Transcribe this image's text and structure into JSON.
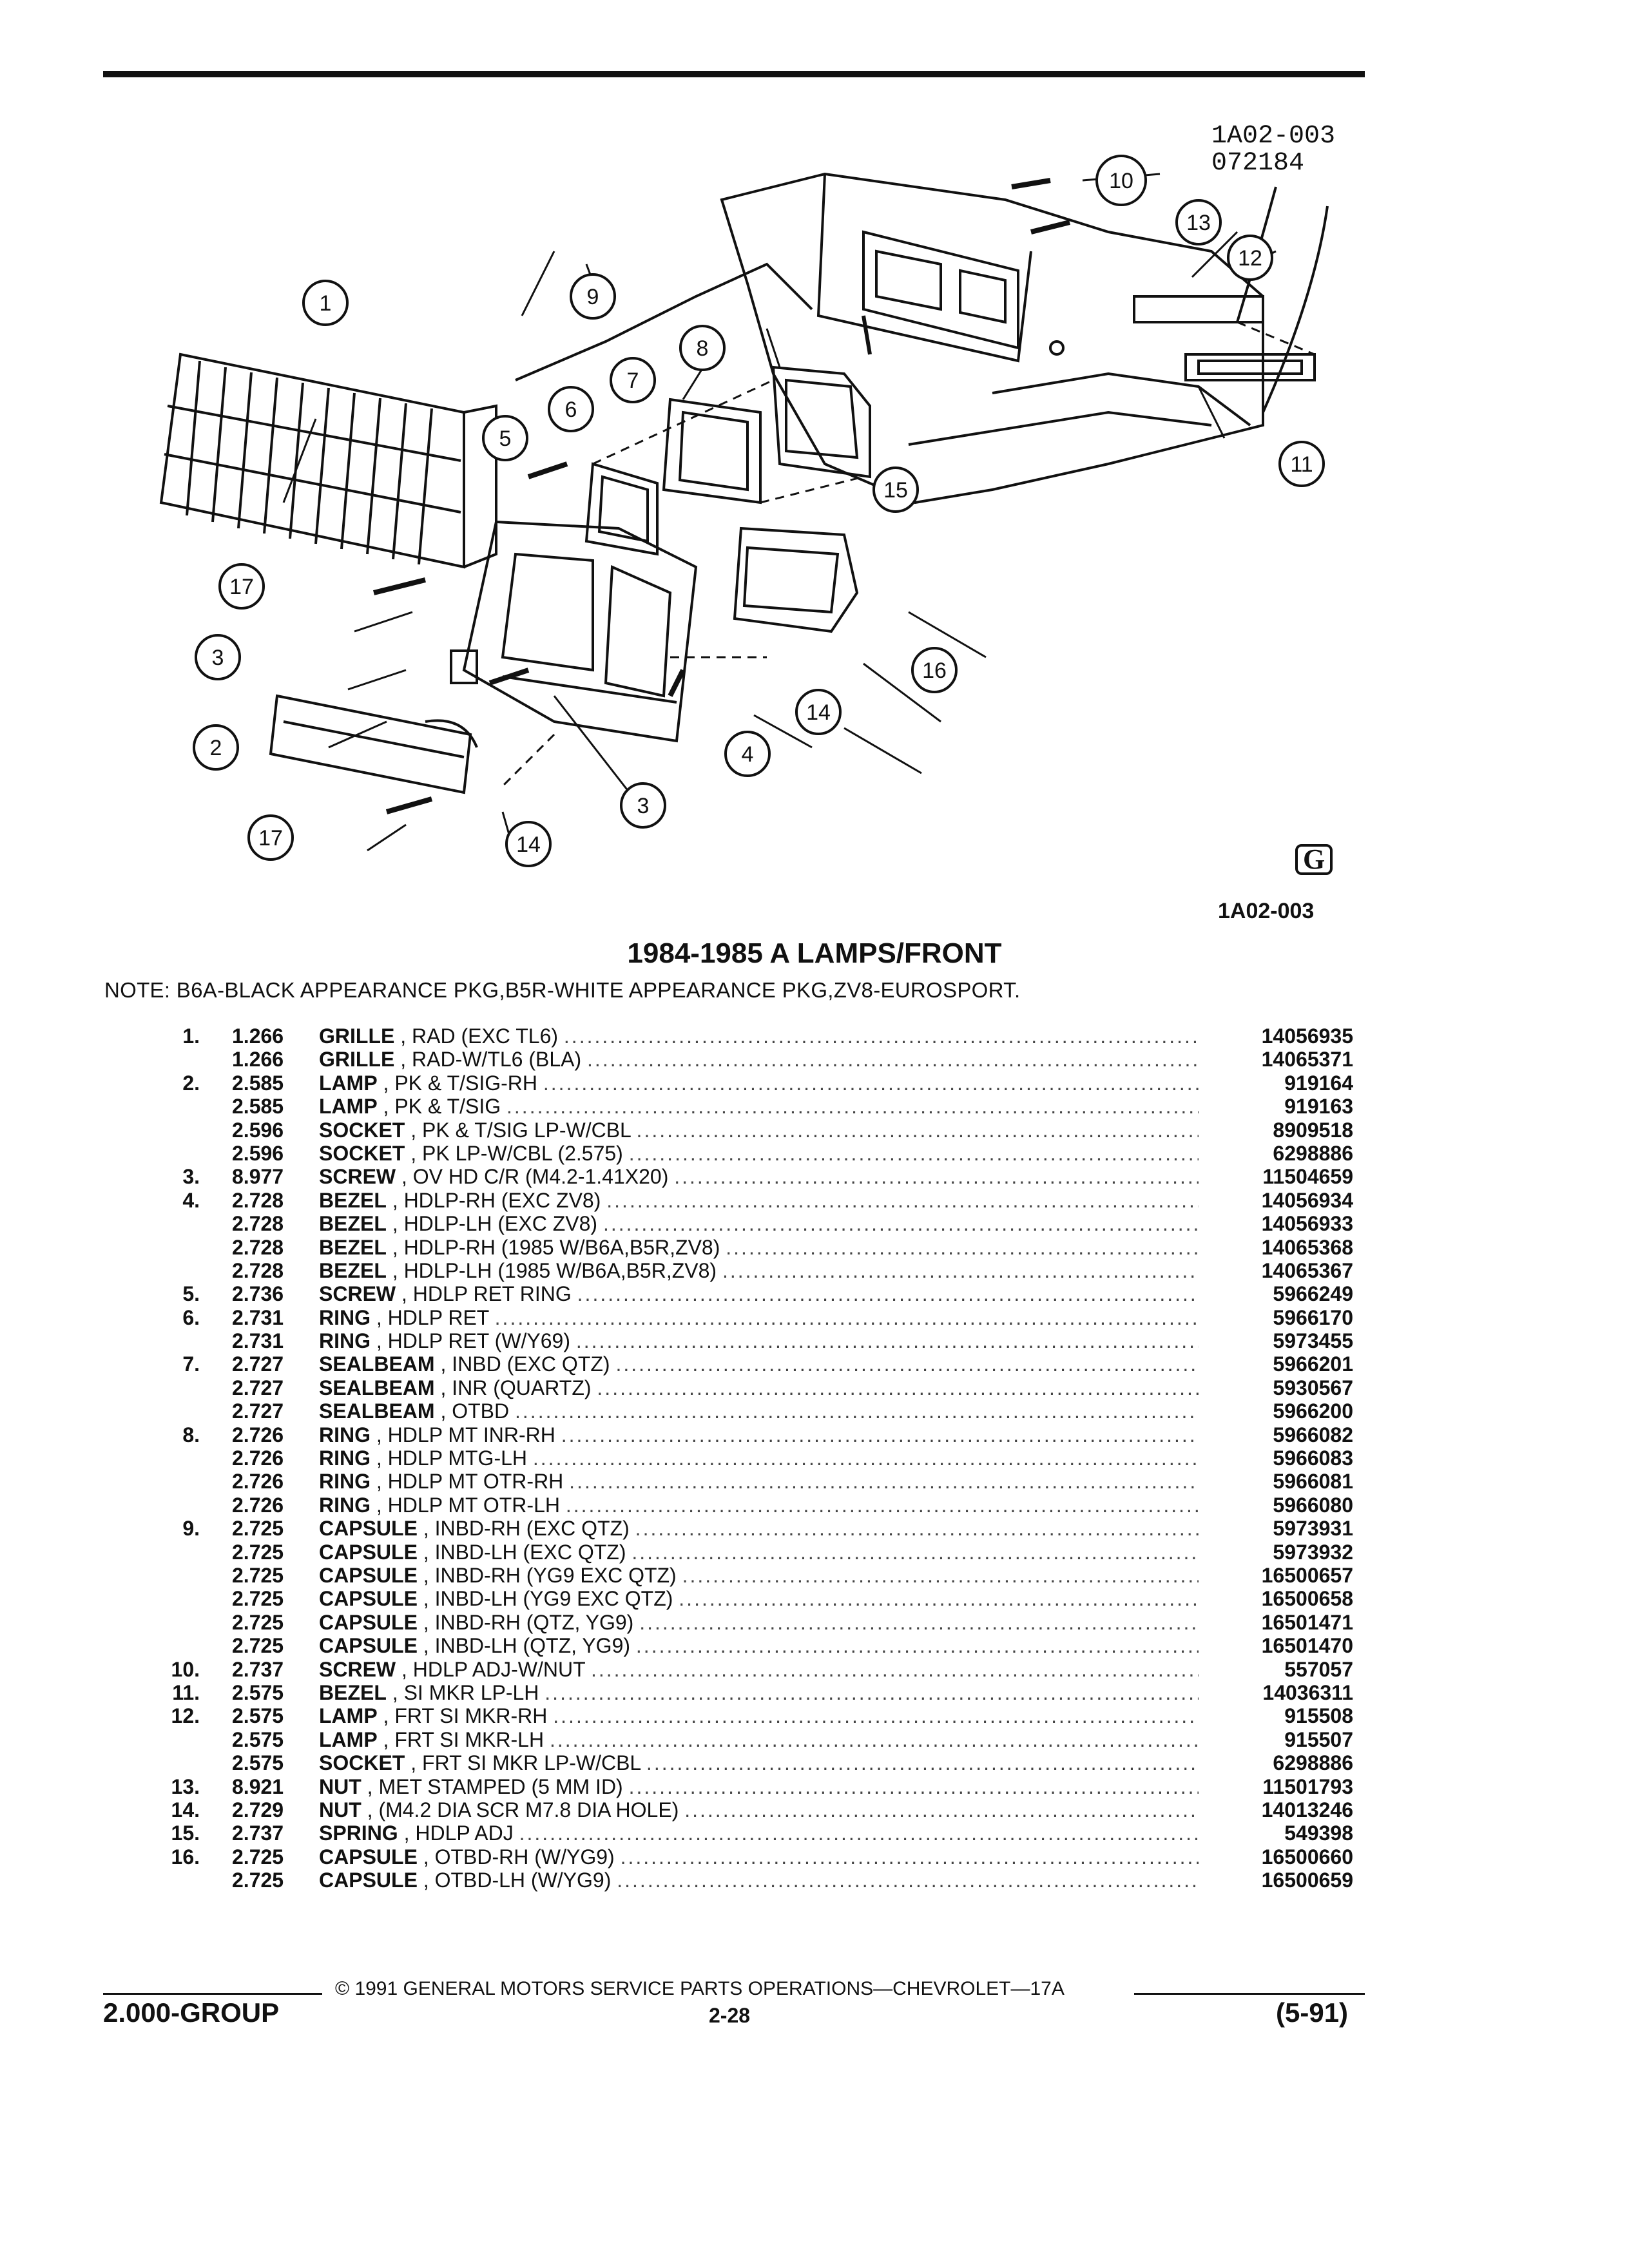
{
  "drawing": {
    "id_top": "1A02-003",
    "date_code": "072184",
    "caption_code": "1A02-003",
    "logo": "G",
    "callouts": [
      "1",
      "2",
      "3",
      "3",
      "4",
      "5",
      "6",
      "7",
      "8",
      "9",
      "10",
      "11",
      "12",
      "13",
      "14",
      "14",
      "15",
      "16",
      "17",
      "17"
    ]
  },
  "title": "1984-1985 A LAMPS/FRONT",
  "note": "NOTE: B6A-BLACK APPEARANCE PKG,B5R-WHITE APPEARANCE PKG,ZV8-EUROSPORT.",
  "parts": [
    {
      "num": "1.",
      "grp": "1.266",
      "name": "GRILLE",
      "spec": ", RAD (EXC TL6)",
      "pno": "14056935"
    },
    {
      "num": "",
      "grp": "1.266",
      "name": "GRILLE",
      "spec": ", RAD-W/TL6 (BLA)",
      "pno": "14065371"
    },
    {
      "num": "2.",
      "grp": "2.585",
      "name": "LAMP",
      "spec": ", PK & T/SIG-RH",
      "pno": "919164"
    },
    {
      "num": "",
      "grp": "2.585",
      "name": "LAMP",
      "spec": ", PK & T/SIG",
      "pno": "919163"
    },
    {
      "num": "",
      "grp": "2.596",
      "name": "SOCKET",
      "spec": ", PK & T/SIG LP-W/CBL",
      "pno": "8909518"
    },
    {
      "num": "",
      "grp": "2.596",
      "name": "SOCKET",
      "spec": ", PK LP-W/CBL (2.575)",
      "pno": "6298886"
    },
    {
      "num": "3.",
      "grp": "8.977",
      "name": "SCREW",
      "spec": ", OV HD C/R (M4.2-1.41X20)",
      "pno": "11504659"
    },
    {
      "num": "4.",
      "grp": "2.728",
      "name": "BEZEL",
      "spec": ", HDLP-RH (EXC ZV8)",
      "pno": "14056934"
    },
    {
      "num": "",
      "grp": "2.728",
      "name": "BEZEL",
      "spec": ", HDLP-LH (EXC ZV8)",
      "pno": "14056933"
    },
    {
      "num": "",
      "grp": "2.728",
      "name": "BEZEL",
      "spec": ", HDLP-RH (1985 W/B6A,B5R,ZV8)",
      "pno": "14065368"
    },
    {
      "num": "",
      "grp": "2.728",
      "name": "BEZEL",
      "spec": ", HDLP-LH (1985 W/B6A,B5R,ZV8)",
      "pno": "14065367"
    },
    {
      "num": "5.",
      "grp": "2.736",
      "name": "SCREW",
      "spec": ", HDLP RET RING",
      "pno": "5966249"
    },
    {
      "num": "6.",
      "grp": "2.731",
      "name": "RING",
      "spec": ", HDLP RET",
      "pno": "5966170"
    },
    {
      "num": "",
      "grp": "2.731",
      "name": "RING",
      "spec": ", HDLP RET (W/Y69)",
      "pno": "5973455"
    },
    {
      "num": "7.",
      "grp": "2.727",
      "name": "SEALBEAM",
      "spec": ", INBD (EXC QTZ)",
      "pno": "5966201"
    },
    {
      "num": "",
      "grp": "2.727",
      "name": "SEALBEAM",
      "spec": ", INR (QUARTZ)",
      "pno": "5930567"
    },
    {
      "num": "",
      "grp": "2.727",
      "name": "SEALBEAM",
      "spec": ", OTBD",
      "pno": "5966200"
    },
    {
      "num": "8.",
      "grp": "2.726",
      "name": "RING",
      "spec": ", HDLP MT INR-RH",
      "pno": "5966082"
    },
    {
      "num": "",
      "grp": "2.726",
      "name": "RING",
      "spec": ", HDLP MTG-LH",
      "pno": "5966083"
    },
    {
      "num": "",
      "grp": "2.726",
      "name": "RING",
      "spec": ", HDLP MT OTR-RH",
      "pno": "5966081"
    },
    {
      "num": "",
      "grp": "2.726",
      "name": "RING",
      "spec": ", HDLP MT OTR-LH",
      "pno": "5966080"
    },
    {
      "num": "9.",
      "grp": "2.725",
      "name": "CAPSULE",
      "spec": ", INBD-RH (EXC QTZ)",
      "pno": "5973931"
    },
    {
      "num": "",
      "grp": "2.725",
      "name": "CAPSULE",
      "spec": ", INBD-LH (EXC QTZ)",
      "pno": "5973932"
    },
    {
      "num": "",
      "grp": "2.725",
      "name": "CAPSULE",
      "spec": ", INBD-RH (YG9 EXC QTZ)",
      "pno": "16500657"
    },
    {
      "num": "",
      "grp": "2.725",
      "name": "CAPSULE",
      "spec": ", INBD-LH (YG9 EXC QTZ)",
      "pno": "16500658"
    },
    {
      "num": "",
      "grp": "2.725",
      "name": "CAPSULE",
      "spec": ", INBD-RH (QTZ, YG9)",
      "pno": "16501471"
    },
    {
      "num": "",
      "grp": "2.725",
      "name": "CAPSULE",
      "spec": ", INBD-LH (QTZ, YG9)",
      "pno": "16501470"
    },
    {
      "num": "10.",
      "grp": "2.737",
      "name": "SCREW",
      "spec": ", HDLP ADJ-W/NUT",
      "pno": "557057"
    },
    {
      "num": "11.",
      "grp": "2.575",
      "name": "BEZEL",
      "spec": ", SI MKR LP-LH",
      "pno": "14036311"
    },
    {
      "num": "12.",
      "grp": "2.575",
      "name": "LAMP",
      "spec": ", FRT SI MKR-RH",
      "pno": "915508"
    },
    {
      "num": "",
      "grp": "2.575",
      "name": "LAMP",
      "spec": ", FRT SI MKR-LH",
      "pno": "915507"
    },
    {
      "num": "",
      "grp": "2.575",
      "name": "SOCKET",
      "spec": ", FRT SI MKR LP-W/CBL",
      "pno": "6298886"
    },
    {
      "num": "13.",
      "grp": "8.921",
      "name": "NUT",
      "spec": ", MET STAMPED (5 MM ID)",
      "pno": "11501793"
    },
    {
      "num": "14.",
      "grp": "2.729",
      "name": "NUT",
      "spec": ", (M4.2 DIA SCR M7.8 DIA HOLE)",
      "pno": "14013246"
    },
    {
      "num": "15.",
      "grp": "2.737",
      "name": "SPRING",
      "spec": ", HDLP ADJ",
      "pno": "549398"
    },
    {
      "num": "16.",
      "grp": "2.725",
      "name": "CAPSULE",
      "spec": ", OTBD-RH (W/YG9)",
      "pno": "16500660"
    },
    {
      "num": "",
      "grp": "2.725",
      "name": "CAPSULE",
      "spec": ", OTBD-LH (W/YG9)",
      "pno": "16500659"
    }
  ],
  "footer": {
    "copyright": "© 1991 GENERAL MOTORS SERVICE PARTS OPERATIONS—CHEVROLET—17A",
    "group": "2.000-GROUP",
    "page": "2-28",
    "date": "(5-91)"
  }
}
